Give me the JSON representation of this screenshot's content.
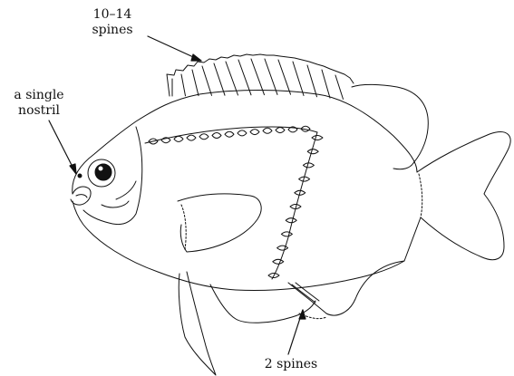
{
  "labels": {
    "dorsal_spines": [
      "10–14",
      "spines"
    ],
    "nostril": [
      "a single",
      "nostril"
    ],
    "anal_spines": "2 spines"
  },
  "colors": {
    "line": "#111111",
    "background": "#ffffff"
  }
}
